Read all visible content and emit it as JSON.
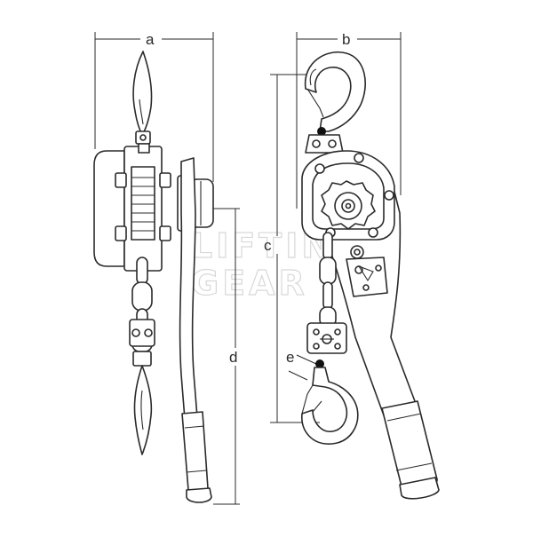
{
  "dimensions": {
    "a": "a",
    "b": "b",
    "c": "c",
    "d": "d",
    "e": "e"
  },
  "watermark": [
    "LIFTING",
    "GEAR"
  ]
}
